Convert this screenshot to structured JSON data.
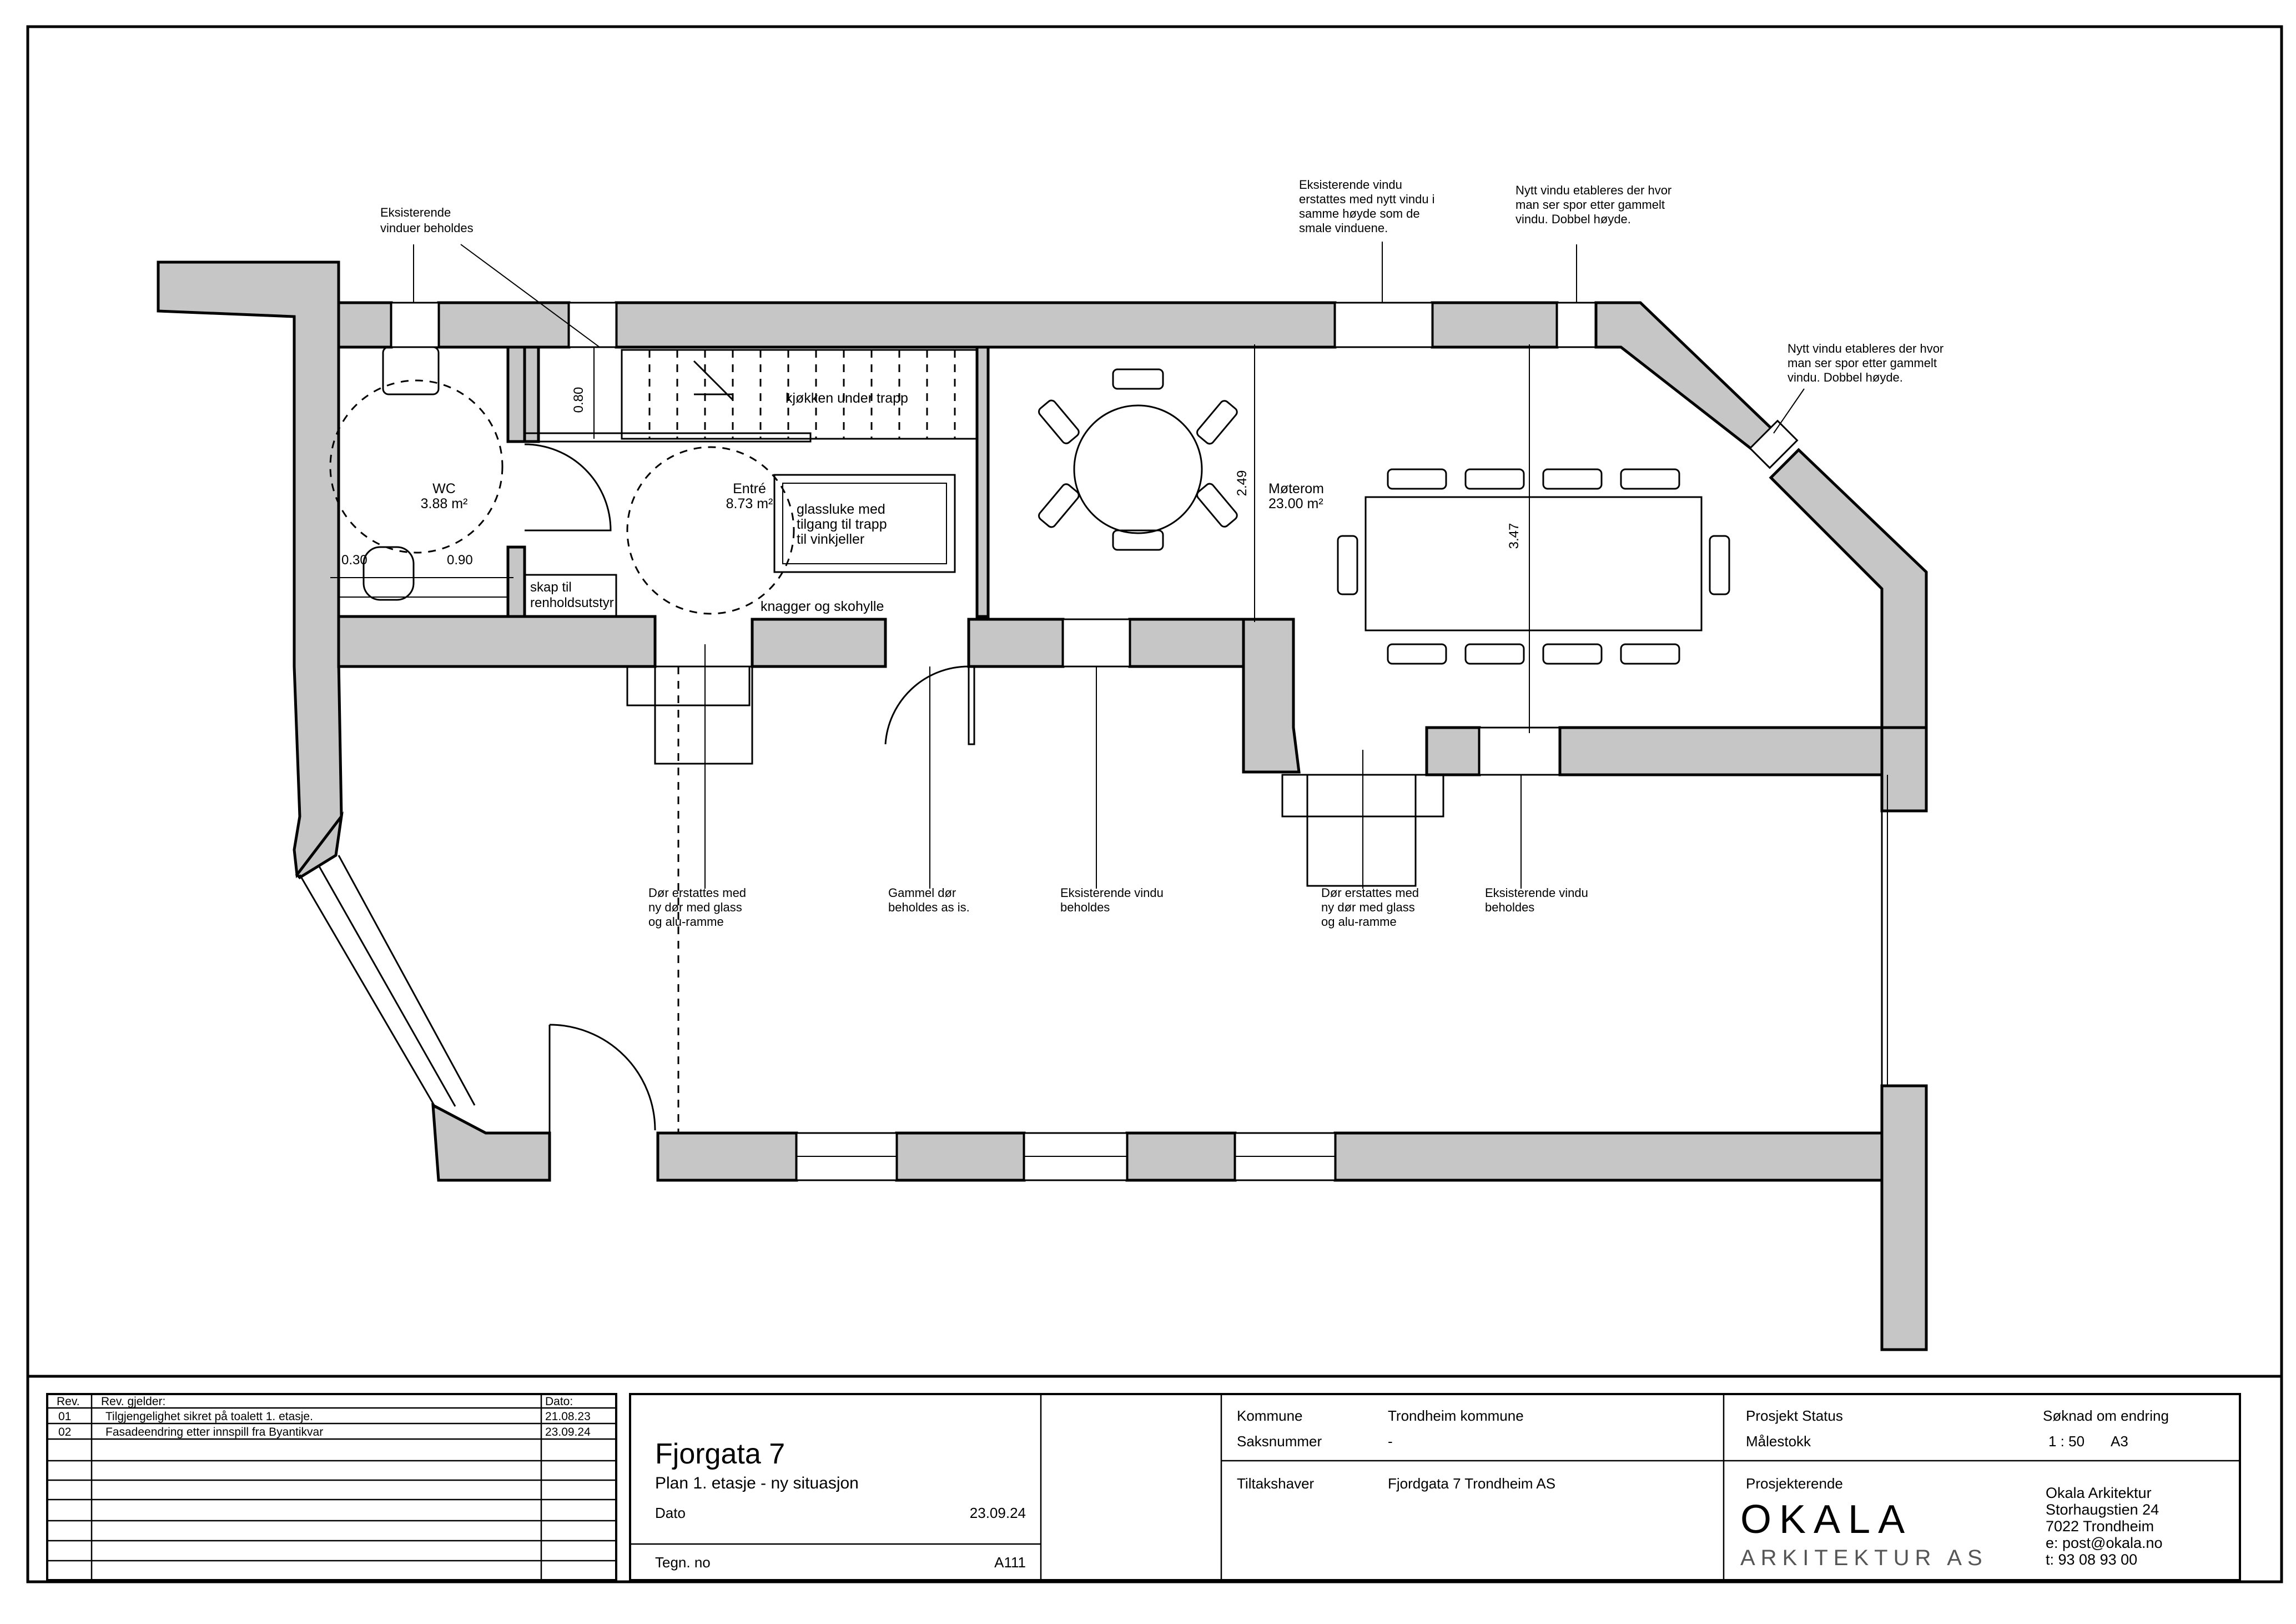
{
  "plan": {
    "rooms": {
      "wc_name": "WC",
      "wc_area": "3.88 m²",
      "entre_name": "Entré",
      "entre_area": "8.73 m²",
      "moterom_name": "Møterom",
      "moterom_area": "23.00 m²"
    },
    "labels": {
      "kjokken": "kjøkken under trapp",
      "glassluke_1": "glassluke med",
      "glassluke_2": "tilgang til trapp",
      "glassluke_3": "til vinkjeller",
      "knagger": "knagger og skohylle",
      "skap_1": "skap til",
      "skap_2": "renholdsutstyr"
    },
    "dimensions": {
      "d080": "0.80",
      "d030": "0.30",
      "d090": "0.90",
      "d249": "2.49",
      "d347": "3.47"
    },
    "notes": {
      "n1_l1": "Eksisterende",
      "n1_l2": "vinduer beholdes",
      "n2_l1": "Eksisterende vindu",
      "n2_l2": "erstattes med nytt vindu i",
      "n2_l3": "samme høyde som de",
      "n2_l4": "smale vinduene.",
      "n3_l1": "Nytt vindu etableres der hvor",
      "n3_l2": "man ser spor etter gammelt",
      "n3_l3": "vindu. Dobbel høyde.",
      "n4_l1": "Nytt vindu etableres der hvor",
      "n4_l2": "man ser spor etter gammelt",
      "n4_l3": "vindu. Dobbel høyde.",
      "n5_l1": "Dør erstattes med",
      "n5_l2": "ny dør med glass",
      "n5_l3": "og alu-ramme",
      "n6_l1": "Gammel dør",
      "n6_l2": "beholdes as is.",
      "n7_l1": "Eksisterende vindu",
      "n7_l2": "beholdes",
      "n8_l1": "Dør erstattes med",
      "n8_l2": "ny dør med glass",
      "n8_l3": "og alu-ramme",
      "n9_l1": "Eksisterende vindu",
      "n9_l2": "beholdes"
    }
  },
  "revisions": {
    "header_rev": "Rev.",
    "header_desc": "Rev. gjelder:",
    "header_date": "Dato:",
    "rows": [
      {
        "rev": "01",
        "desc": "Tilgjengelighet sikret på toalett 1. etasje.",
        "date": "21.08.23"
      },
      {
        "rev": "02",
        "desc": "Fasadeendring etter innspill fra Byantikvar",
        "date": "23.09.24"
      }
    ]
  },
  "title_block": {
    "project": "Fjorgata 7",
    "sheet_title": "Plan 1. etasje - ny situasjon",
    "date_label": "Dato",
    "date_value": "23.09.24",
    "drawing_no_label": "Tegn. no",
    "drawing_no_value": "A111",
    "kommune_label": "Kommune",
    "kommune_value": "Trondheim kommune",
    "saksnummer_label": "Saksnummer",
    "saksnummer_value": "-",
    "tiltakshaver_label": "Tiltakshaver",
    "tiltakshaver_value": "Fjordgata 7 Trondheim AS",
    "status_label": "Prosjekt Status",
    "status_value": "Søknad om endring",
    "scale_label": "Målestokk",
    "scale_value": "1 : 50",
    "paper_value": "A3",
    "designer_label": "Prosjekterende",
    "logo_main": "OKALA",
    "logo_sub": "ARKITEKTUR AS",
    "firm_name": "Okala Arkitektur",
    "firm_street": "Storhaugstien 24",
    "firm_city": "7022 Trondheim",
    "firm_email": "e: post@okala.no",
    "firm_phone": "t: 93 08 93 00"
  }
}
